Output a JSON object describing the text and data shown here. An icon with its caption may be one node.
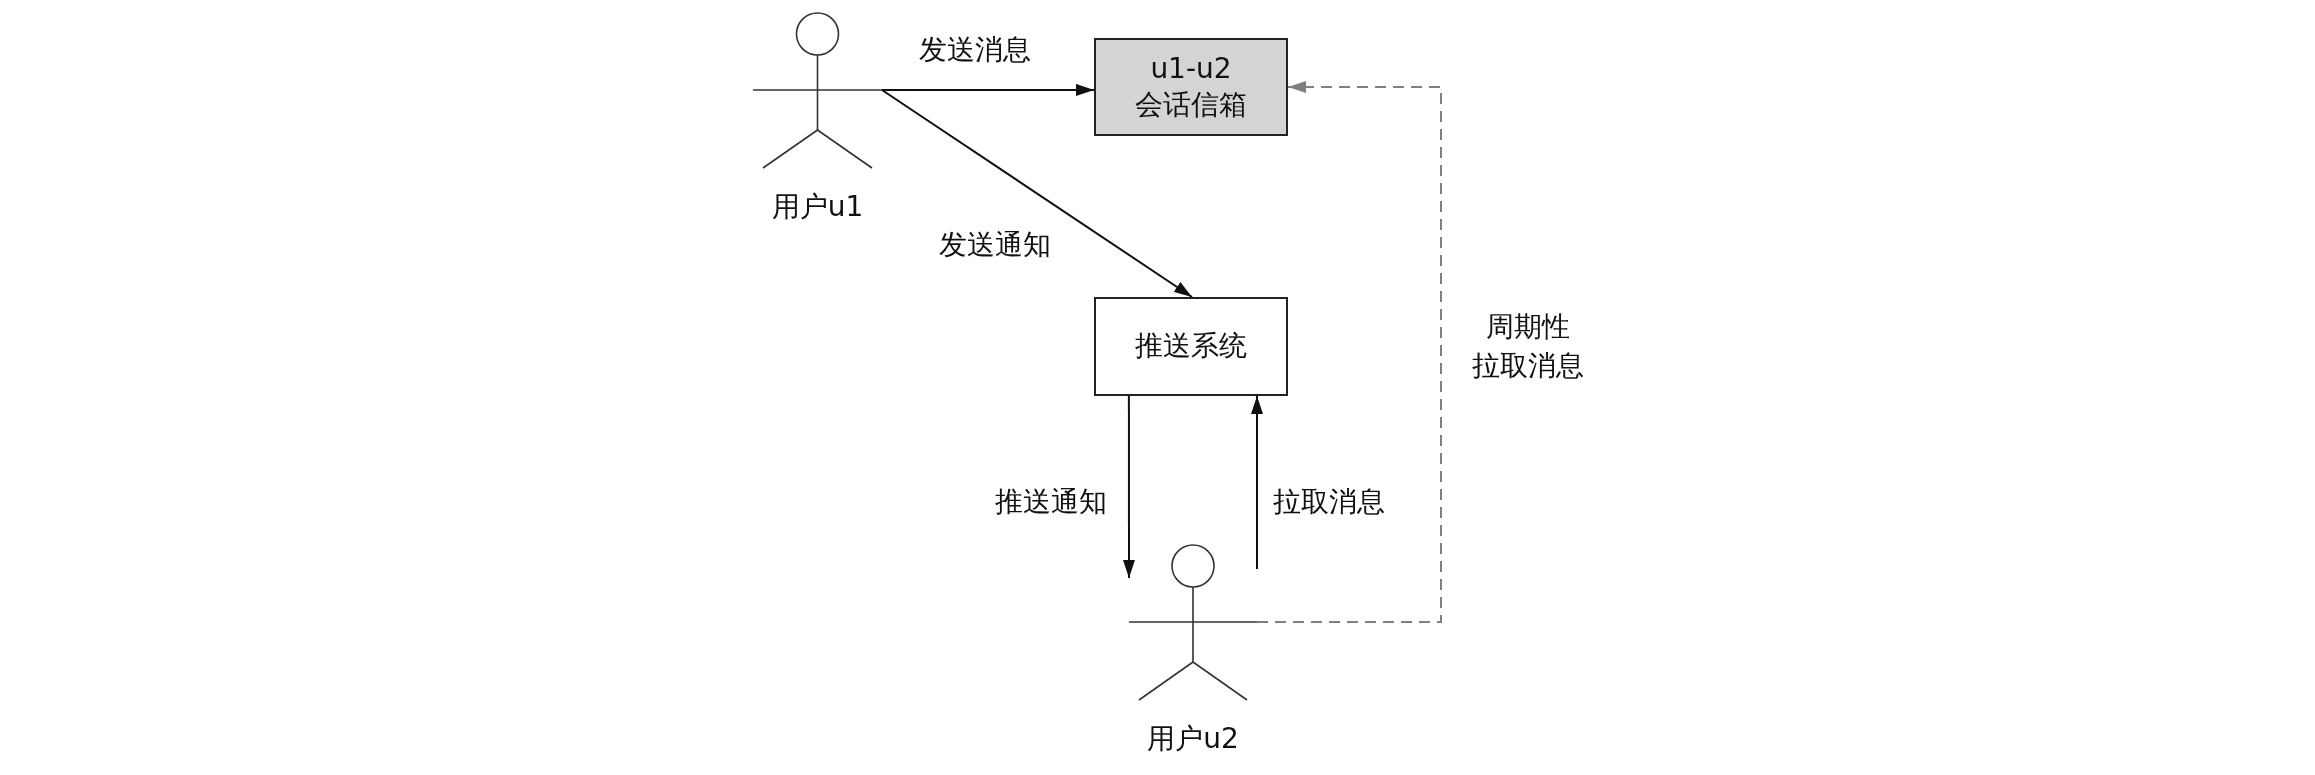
{
  "diagram": {
    "nodes": [
      {
        "text": [],
        "shape": "person",
        "beside": [
          "用户u1"
        ]
      },
      {
        "text": [
          "u1-u2 会话信箱"
        ]
      },
      {
        "text": [
          "推送系统"
        ]
      },
      {
        "text": [],
        "shape": "person",
        "beside": [
          "用户u2"
        ]
      }
    ],
    "edges": [
      {
        "from": 0,
        "to": 1,
        "arrow": "to",
        "label": "发送消息"
      },
      {
        "from": 0,
        "to": 2,
        "arrow": "to",
        "label": "发送通知"
      },
      {
        "from": 2,
        "to": 3,
        "arrow": "to",
        "label": "推送通知"
      },
      {
        "from": 3,
        "to": 2,
        "arrow": "to",
        "label": "拉取消息"
      },
      {
        "from": 3,
        "to": 1,
        "arrow": "to",
        "label": "周期性拉取消息",
        "style": "dashed",
        "color": "#808080"
      }
    ]
  }
}
